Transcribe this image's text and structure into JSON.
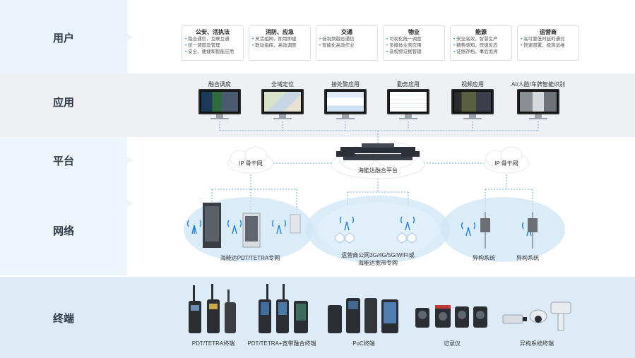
{
  "layers": {
    "users": "用户",
    "apps": "应用",
    "platform": "平台",
    "network": "网络",
    "terminals": "终端"
  },
  "user_cards": [
    {
      "title": "公安、活执法",
      "lines": [
        "融合通信，互联互通",
        "统一调度及管理",
        "安全、便捷和智能应用"
      ]
    },
    {
      "title": "消防、应急",
      "lines": [
        "灵活组网，即用即建",
        "联动指挥，高效调度"
      ]
    },
    {
      "title": "交通",
      "lines": [
        "音视频融合通信",
        "智能化高效作业"
      ]
    },
    {
      "title": "物业",
      "lines": [
        "可视化统一调度",
        "多媒体业务应用",
        "音视频证据管理"
      ]
    },
    {
      "title": "能源",
      "lines": [
        "安全高效，智慧生产",
        "精势感知，快速反应",
        "证据存档，事后追溯"
      ]
    },
    {
      "title": "运营商",
      "lines": [
        "高可靠低时延的通信",
        "快速部署，极简运维"
      ]
    }
  ],
  "apps": [
    "融合调度",
    "全域定位",
    "接处警应用",
    "勤务应用",
    "视频应用",
    "AI/人脸/车牌智能识别"
  ],
  "platform": {
    "core": "海能达融合平台",
    "cloud_left": "IP 骨干网",
    "cloud_right": "IP 骨干网"
  },
  "network": {
    "left": "海能达PDT/TETRA专网",
    "center_line1": "运营商公网3G/4G/5G/WIFI或",
    "center_line2": "海能达宽带专网",
    "right_a": "异构系统",
    "right_b": "异构系统"
  },
  "terminals": [
    "PDT/TETRA终端",
    "PDT/TETRA+宽带融合终端",
    "PoC终端",
    "记录仪",
    "异构系统终端"
  ],
  "colors": {
    "band_user": "#eaf3fb",
    "band_app": "#eef0f3",
    "band_platform": "#f4f8fc",
    "band_network": "#eef5fb",
    "band_terminal": "#dcebf5",
    "accent": "#1f7fd6"
  }
}
